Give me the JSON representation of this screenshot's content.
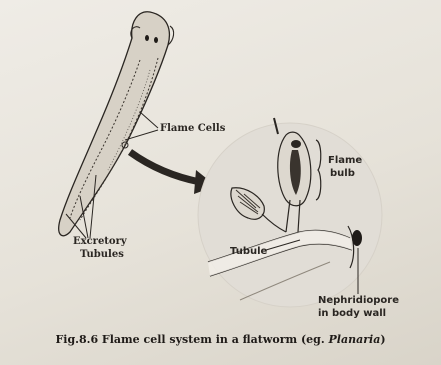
{
  "labels": {
    "flame_cells": "Flame Cells",
    "excretory_line1": "Excretory",
    "excretory_line2": "Tubules",
    "flame_line1": "Flame",
    "flame_line2": "bulb",
    "tubule": "Tubule",
    "nephridiopore_line1": "Nephridiopore",
    "nephridiopore_line2": "in body wall"
  },
  "caption": {
    "main": "Fig.8.6  Flame cell system in a flatworm (eg. ",
    "italic": "Planaria",
    "close": ")"
  },
  "colors": {
    "ink": "#2a2622",
    "paper": "#e8e4db",
    "circle_fill": "#e1ddd6"
  }
}
